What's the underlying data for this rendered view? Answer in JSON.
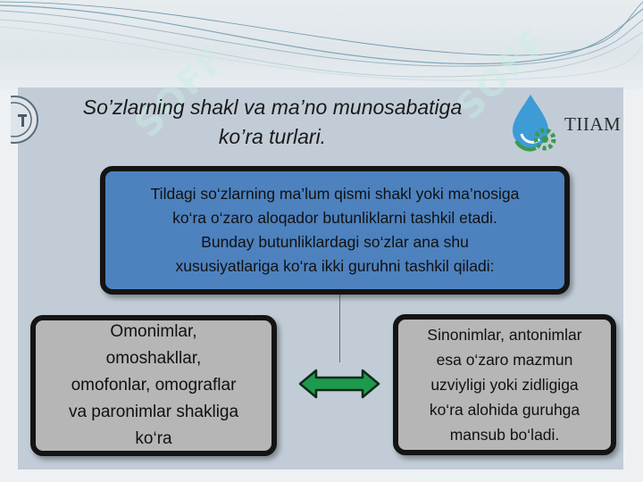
{
  "slide": {
    "title_line1": "So’zlarning shakl va ma’no munosabatiga",
    "title_line2": "ko’ra turlari."
  },
  "logos": {
    "left": "university-seal-icon",
    "right_text": "TIIAM",
    "right_icon": "water-drop-gear-icon"
  },
  "watermark": "SOFF",
  "diagram": {
    "top_box": {
      "lines": [
        "Tildagi so‘zlarning ma’lum qismi shakl yoki ma’nosiga",
        "ko‘ra o‘zaro  aloqador butunliklarni tashkil etadi.",
        "Bunday  butunliklardagi so‘zlar ana shu",
        "xususiyatlariga ko‘ra ikki guruhni tashkil qiladi:"
      ]
    },
    "left_box": {
      "lines": [
        "Omonimlar,",
        "omoshakllar,",
        "omofonlar, omograflar",
        "va paronimlar shakliga",
        "ko‘ra"
      ]
    },
    "right_box": {
      "lines": [
        "Sinonimlar, antonimlar",
        "esa o‘zaro mazmun",
        "uzviyligi yoki zidligiga",
        "ko‘ra alohida guruhga",
        "mansub bo‘ladi."
      ]
    },
    "arrow_icon": "double-arrow-icon",
    "colors": {
      "top_box_fill": "#4d82bf",
      "side_box_fill": "#b6b6b6",
      "arrow_fill": "#1e9a4e",
      "border": "#141414"
    }
  }
}
